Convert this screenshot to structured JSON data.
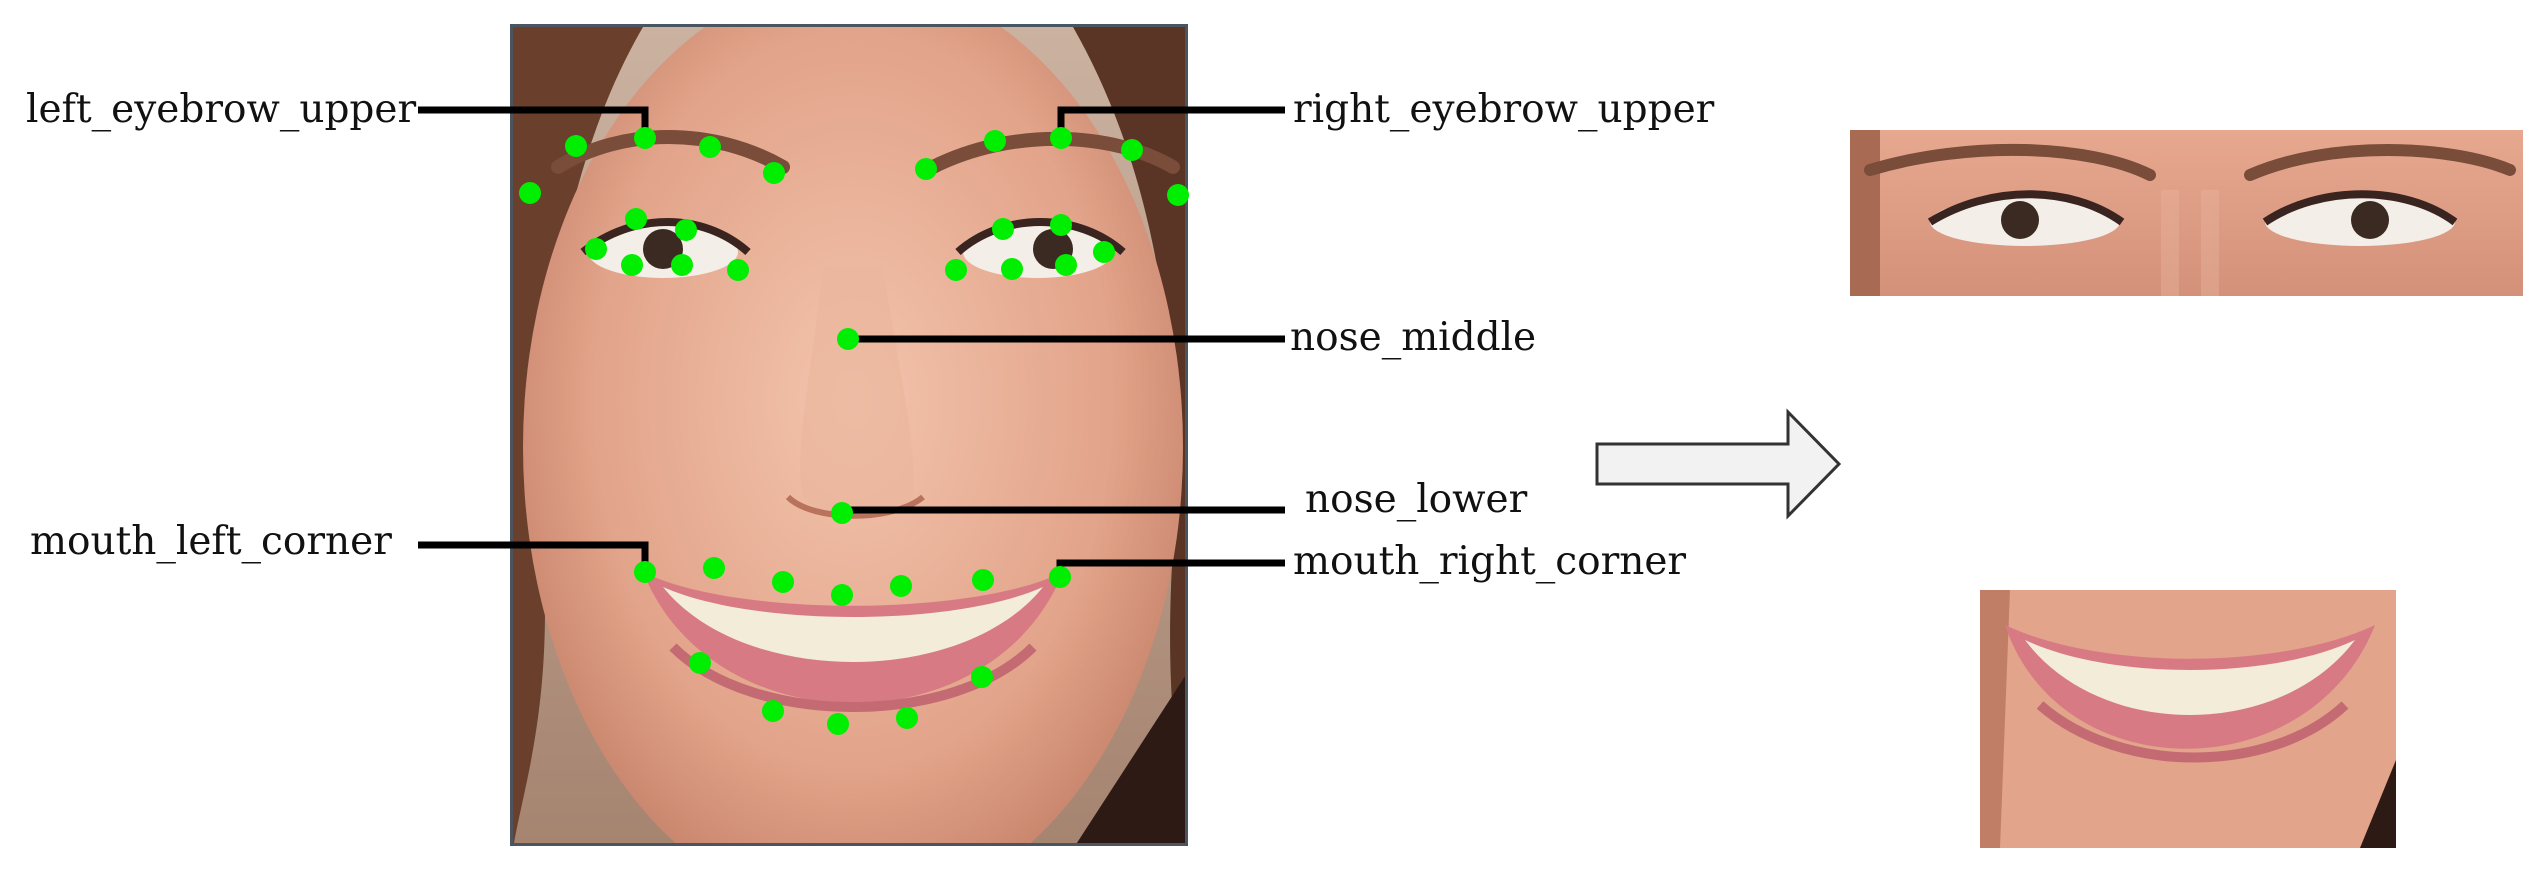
{
  "labels": {
    "left_eyebrow_upper": "left_eyebrow_upper",
    "right_eyebrow_upper": "right_eyebrow_upper",
    "nose_middle": "nose_middle",
    "nose_lower": "nose_lower",
    "mouth_left_corner": "mouth_left_corner",
    "mouth_right_corner": "mouth_right_corner"
  },
  "colors": {
    "landmark": "#00ee00",
    "leader_line": "#000000",
    "skin_light": "#f0b9a0",
    "skin_mid": "#d9917a",
    "skin_shadow": "#b8735c",
    "hair": "#4a2a1e",
    "background": "#c9ad9a",
    "lips": "#d87a84",
    "teeth": "#f2ecd8",
    "arrow_stroke": "#333333",
    "arrow_fill": "#f2f2f2"
  },
  "icons": {
    "arrow": "right-arrow-icon"
  }
}
